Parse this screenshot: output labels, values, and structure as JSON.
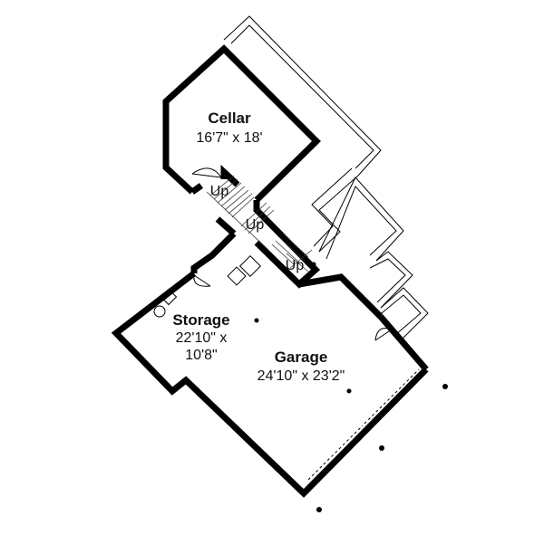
{
  "rooms": {
    "cellar": {
      "name": "Cellar",
      "dimensions": "16'7\" x 18'"
    },
    "storage": {
      "name": "Storage",
      "dimensions_line1": "22'10\" x",
      "dimensions_line2": "10'8\""
    },
    "garage": {
      "name": "Garage",
      "dimensions": "24'10\" x 23'2\""
    }
  },
  "stairs": {
    "upper": "Up",
    "middle": "Up",
    "lower": "Up"
  }
}
